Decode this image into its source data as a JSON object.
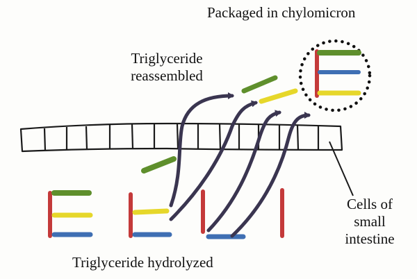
{
  "labels": {
    "packaged": "Packaged in chylomicron",
    "reassembled_line1": "Triglyceride",
    "reassembled_line2": "reassembled",
    "cells_line1": "Cells of",
    "cells_line2": "small",
    "cells_line3": "intestine",
    "hydrolyzed": "Triglyceride hydrolyzed"
  },
  "colors": {
    "glycerol": "#c43a3a",
    "fatty_acid_green": "#5f8f2c",
    "fatty_acid_yellow": "#e6d72a",
    "fatty_acid_blue": "#3f6fb3",
    "outline": "#1a1a1a",
    "arrow": "#3a3550"
  }
}
